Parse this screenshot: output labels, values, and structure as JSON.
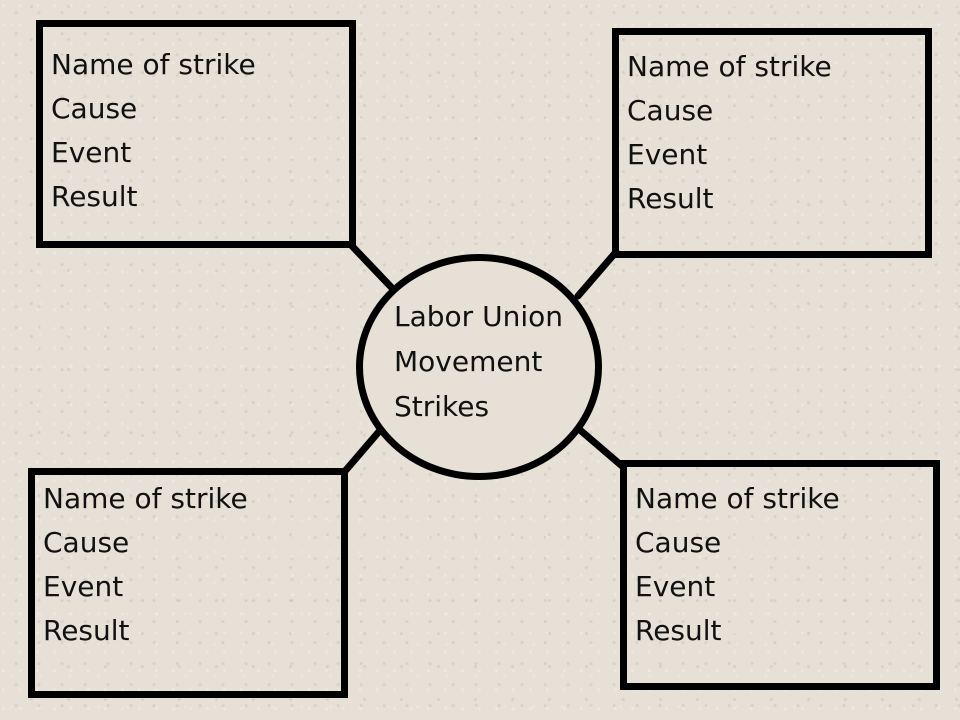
{
  "center": {
    "lines": [
      "Labor Union",
      "Movement",
      "Strikes"
    ]
  },
  "boxes": [
    {
      "position": "top-left",
      "lines": [
        "Name of strike",
        "Cause",
        "Event",
        "Result"
      ]
    },
    {
      "position": "top-right",
      "lines": [
        "Name of strike",
        "Cause",
        "Event",
        "Result"
      ]
    },
    {
      "position": "bottom-left",
      "lines": [
        "Name of strike",
        "Cause",
        "Event",
        "Result"
      ]
    },
    {
      "position": "bottom-right",
      "lines": [
        "Name of strike",
        "Cause",
        "Event",
        "Result"
      ]
    }
  ],
  "colors": {
    "background": "#e7e0d6",
    "stroke": "#000000",
    "text": "#111111"
  }
}
